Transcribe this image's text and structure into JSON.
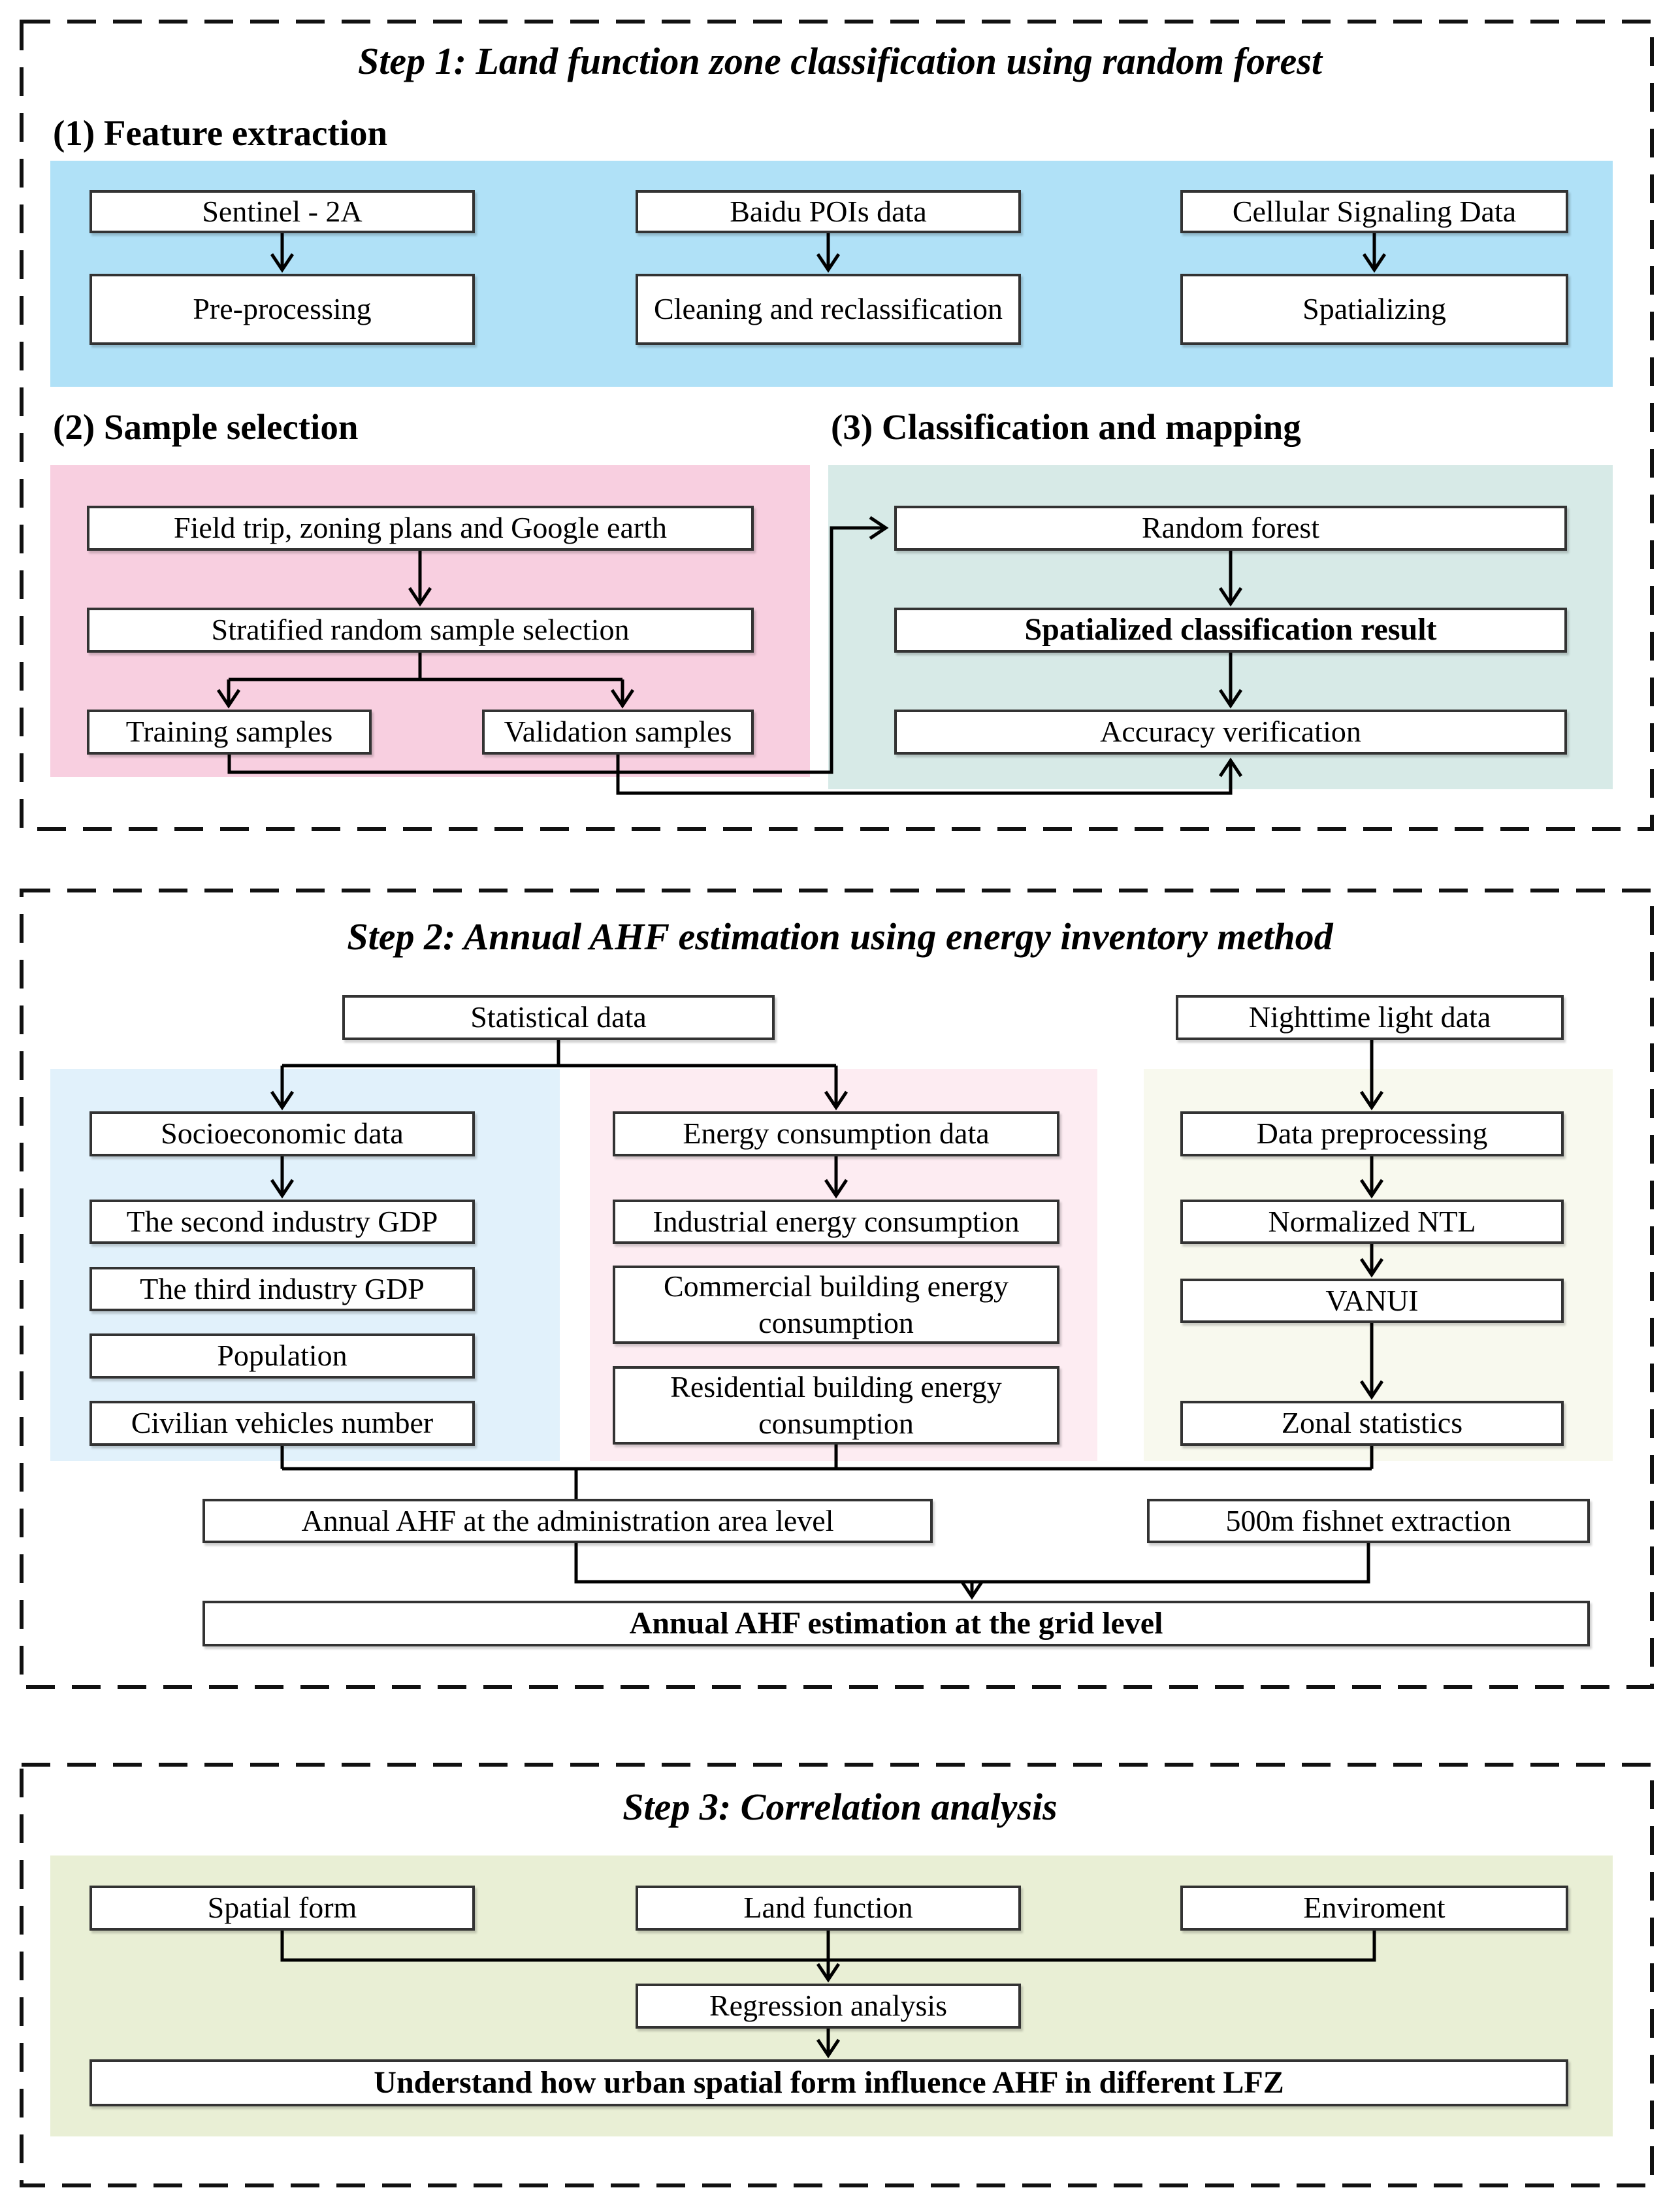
{
  "figure": {
    "type": "methodology-flowchart"
  },
  "colors": {
    "step1_blue": "#b0e1f7",
    "step1_pink": "#f8cfe0",
    "step1_teal": "#d7eae7",
    "step2_blue": "#e1f1fb",
    "step2_pink": "#fdecf2",
    "step2_ivory": "#f8f9ee",
    "step3_green": "#e9efd5",
    "box_border": "#333333",
    "line_color": "#000000"
  },
  "step1": {
    "title": "Step 1: Land function zone classification using random forest",
    "label_feature_extraction": "(1) Feature extraction",
    "label_sample_selection": "(2) Sample selection",
    "label_classification_mapping": "(3) Classification and mapping",
    "boxes": {
      "sentinel": "Sentinel - 2A",
      "baidu": "Baidu POIs data",
      "cellular": "Cellular Signaling Data",
      "preprocessing": "Pre-processing",
      "cleaning": "Cleaning and reclassification",
      "spatializing": "Spatializing",
      "field_trip": "Field trip, zoning plans and Google earth",
      "stratified": "Stratified random sample selection",
      "training": "Training samples",
      "validation": "Validation samples",
      "random_forest": "Random forest",
      "spatialized_result": "Spatialized classification result",
      "accuracy": "Accuracy verification"
    }
  },
  "step2": {
    "title": "Step 2: Annual AHF estimation using energy inventory method",
    "boxes": {
      "statistical": "Statistical data",
      "nighttime": "Nighttime light data",
      "socioeconomic": "Socioeconomic data",
      "second_gdp": "The second industry GDP",
      "third_gdp": "The third industry GDP",
      "population": "Population",
      "vehicles": "Civilian vehicles number",
      "energy": "Energy consumption data",
      "industrial": "Industrial  energy consumption",
      "commercial": "Commercial building energy consumption",
      "residential": "Residential building energy consumption",
      "preprocessing": "Data preprocessing",
      "normalized_ntl": "Normalized NTL",
      "vanui": "VANUI",
      "zonal": "Zonal statistics",
      "annual_admin": "Annual AHF at the administration area level",
      "fishnet": "500m fishnet extraction",
      "grid_level": "Annual AHF estimation at the grid level"
    }
  },
  "step3": {
    "title": "Step 3: Correlation analysis",
    "boxes": {
      "spatial_form": "Spatial form",
      "land_function": "Land function",
      "enviroment": "Enviroment",
      "regression": "Regression analysis",
      "conclusion": "Understand how urban spatial form influence AHF in different LFZ"
    }
  }
}
